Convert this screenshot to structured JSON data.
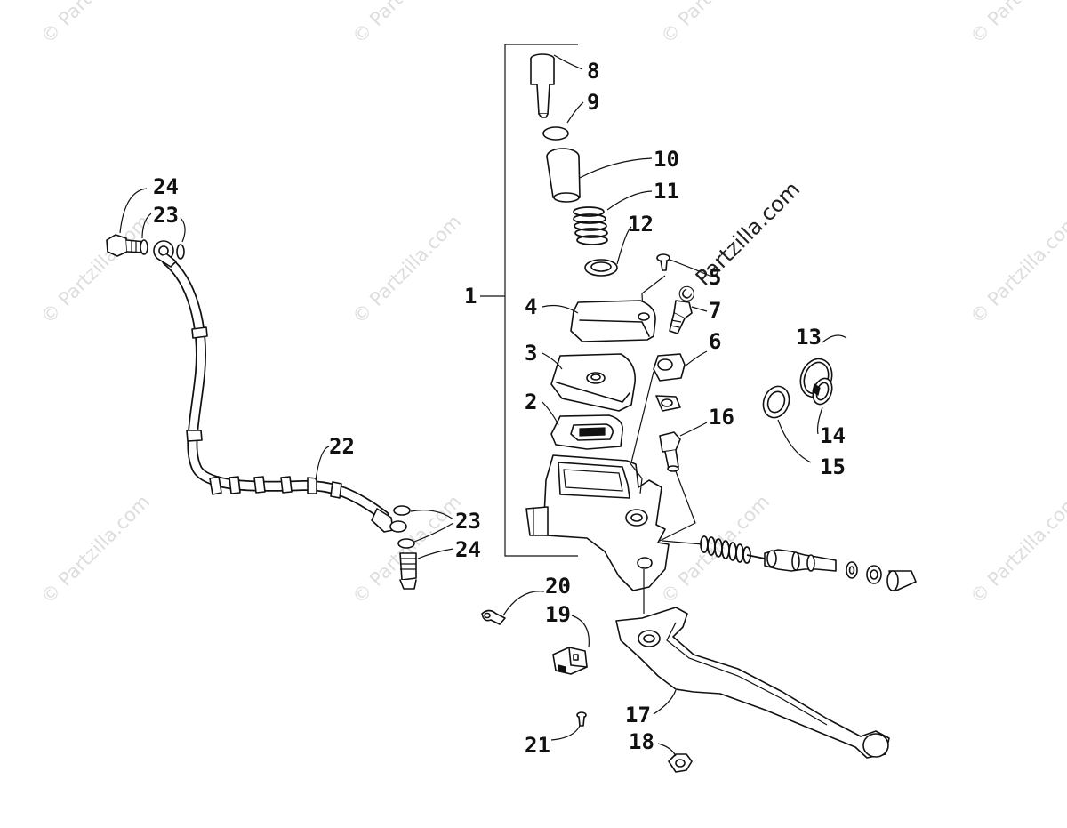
{
  "watermark": {
    "text": "© Partzilla.com"
  },
  "callouts": [
    {
      "id": "1",
      "text": "1"
    },
    {
      "id": "2",
      "text": "2"
    },
    {
      "id": "3",
      "text": "3"
    },
    {
      "id": "4",
      "text": "4"
    },
    {
      "id": "5",
      "text": "5"
    },
    {
      "id": "6",
      "text": "6"
    },
    {
      "id": "7",
      "text": "7"
    },
    {
      "id": "8",
      "text": "8"
    },
    {
      "id": "9",
      "text": "9"
    },
    {
      "id": "10",
      "text": "10"
    },
    {
      "id": "11",
      "text": "11"
    },
    {
      "id": "12",
      "text": "12"
    },
    {
      "id": "13",
      "text": "13"
    },
    {
      "id": "14",
      "text": "14"
    },
    {
      "id": "15",
      "text": "15"
    },
    {
      "id": "16",
      "text": "16"
    },
    {
      "id": "17",
      "text": "17"
    },
    {
      "id": "18",
      "text": "18"
    },
    {
      "id": "19",
      "text": "19"
    },
    {
      "id": "20",
      "text": "20"
    },
    {
      "id": "21",
      "text": "21"
    },
    {
      "id": "22",
      "text": "22"
    },
    {
      "id": "23",
      "text": "23"
    },
    {
      "id": "23b",
      "text": "23"
    },
    {
      "id": "24",
      "text": "24"
    },
    {
      "id": "24b",
      "text": "24"
    }
  ]
}
